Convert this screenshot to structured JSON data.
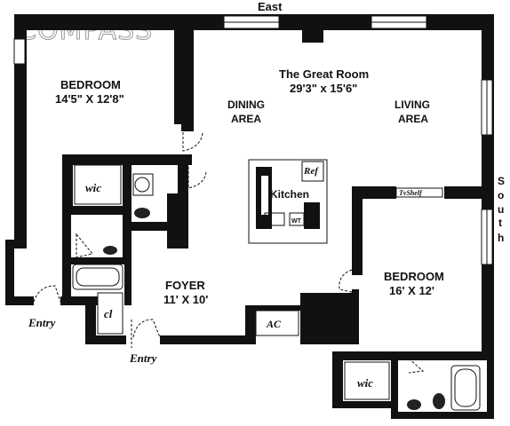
{
  "logo": "COMPASS",
  "compass": {
    "east": "East",
    "south": [
      "S",
      "o",
      "u",
      "t",
      "h"
    ]
  },
  "rooms": {
    "bedroom1": {
      "name": "BEDROOM",
      "dims": "14'5\" X 12'8\""
    },
    "great_room": {
      "name": "The Great Room",
      "dims": "29'3\" x 15'6\""
    },
    "dining": {
      "line1": "DINING",
      "line2": "AREA"
    },
    "living": {
      "line1": "LIVING",
      "line2": "AREA"
    },
    "kitchen": "Kitchen",
    "foyer": {
      "name": "FOYER",
      "dims": "11' X 10'"
    },
    "bedroom2": {
      "name": "BEDROOM",
      "dims": "16' X 12'"
    }
  },
  "fixtures": {
    "wic1": "wic",
    "wic2": "wic",
    "closet": "cl",
    "ac": "AC",
    "ref": "Ref",
    "wt": "WT",
    "tv_shelf": "TvShelf"
  },
  "entries": [
    "Entry",
    "Entry"
  ]
}
